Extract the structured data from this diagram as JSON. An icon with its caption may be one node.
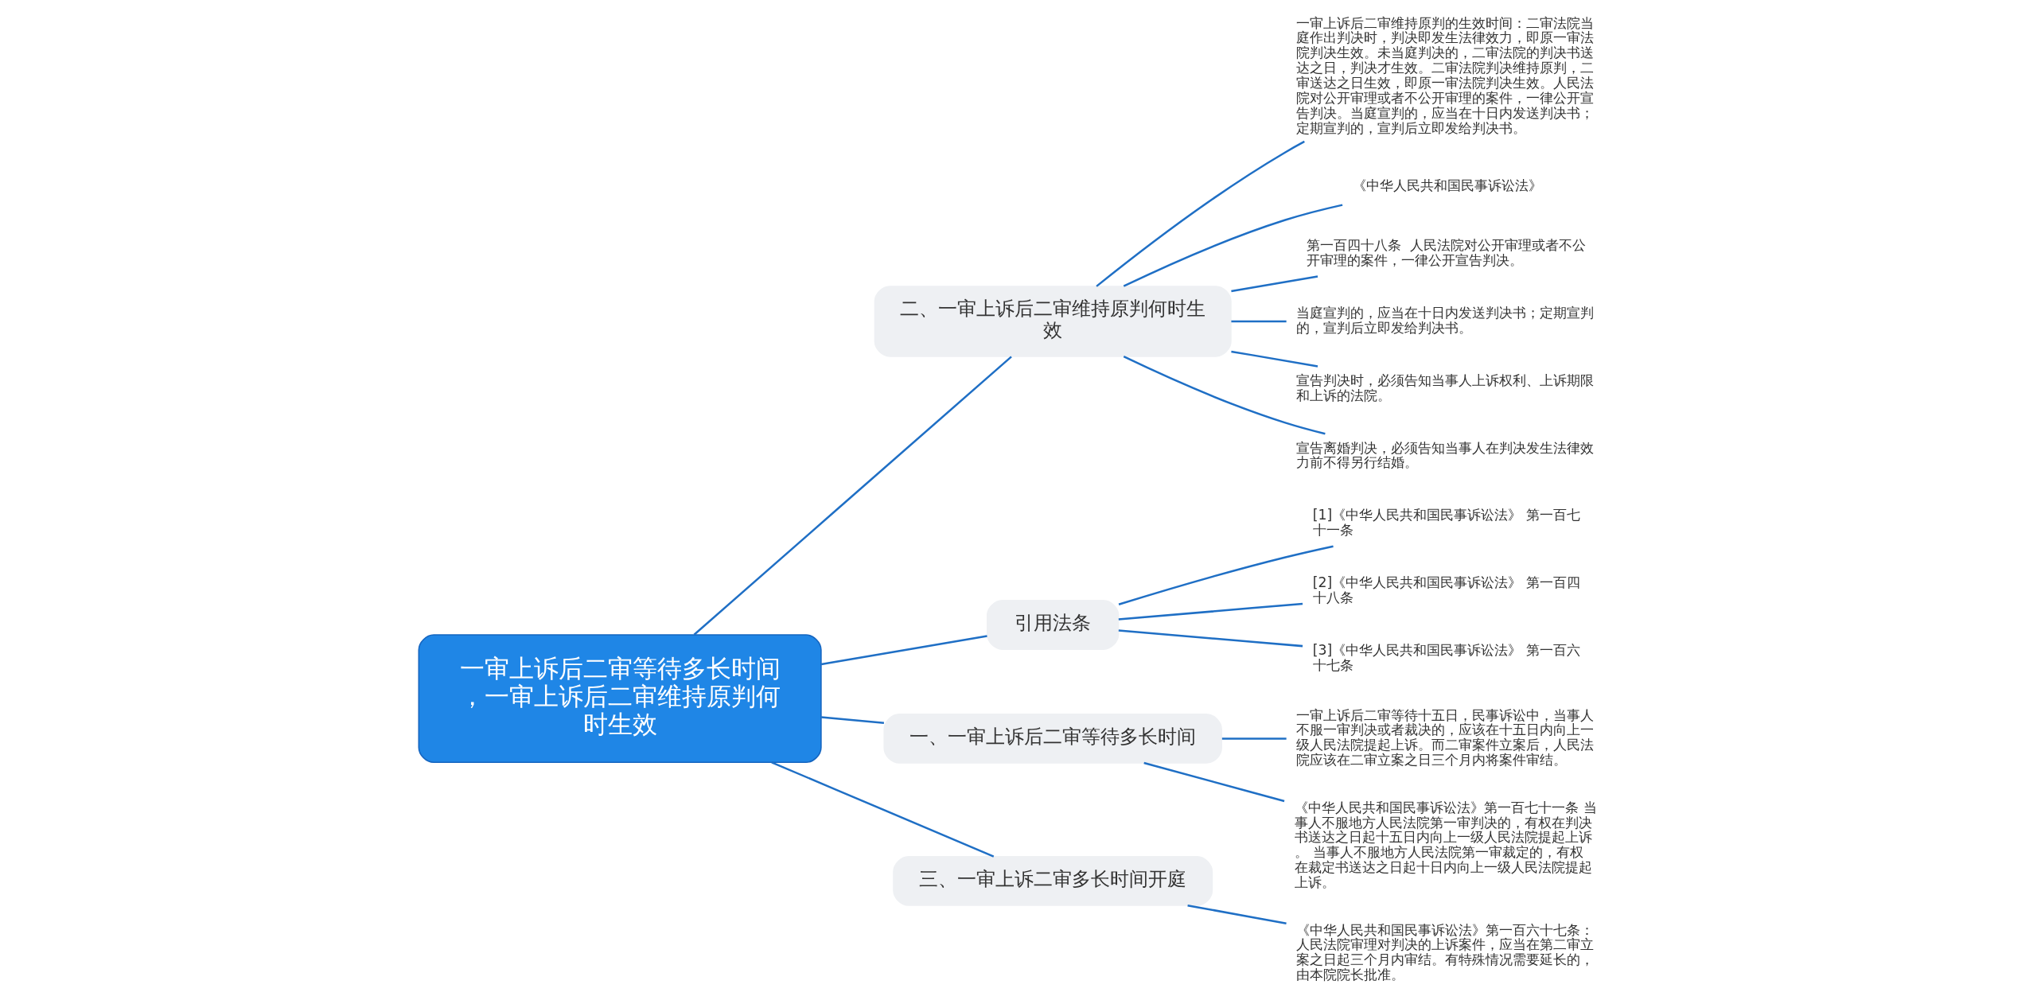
{
  "diagram": {
    "nodes": [
      {
        "text": [
          "一审上诉后二审等待多长时间，一审上诉后二审维持原判何时生效"
        ]
      },
      {
        "text": [
          "二、一审上诉后二审维持原判何时生效"
        ]
      },
      {
        "text": [
          "一审上诉后二审维持原判的生效时间：二审法院当庭作出判决时，判决即发生法律效力，即原一审法院判决生效。未当庭判决的，二审法院的判决书送达之日，判决才生效。二审法院判决维持原判，二审送达之日生效，即原一审法院判决生效。人民法院对公开审理或者不公开审理的案件，一律公开宣告判决。当庭宣判的，应当在十日内发送判决书；定期宣判的，宣判后立即发给判决书。"
        ]
      },
      {
        "text": [
          "《中华人民共和国民事诉讼法》"
        ]
      },
      {
        "text": [
          "第一百四十八条  人民法院对公开审理或者不公开审理的案件，一律公开宣告判决。"
        ]
      },
      {
        "text": [
          "当庭宣判的，应当在十日内发送判决书；定期宣判的，宣判后立即发给判决书。"
        ]
      },
      {
        "text": [
          "宣告判决时，必须告知当事人上诉权利、上诉期限和上诉的法院。"
        ]
      },
      {
        "text": [
          "宣告离婚判决，必须告知当事人在判决发生法律效力前不得另行结婚。"
        ]
      },
      {
        "text": [
          "引用法条"
        ]
      },
      {
        "text": [
          "[1]《中华人民共和国民事诉讼法》 第一百七十一条"
        ]
      },
      {
        "text": [
          "[2]《中华人民共和国民事诉讼法》 第一百四十八条"
        ]
      },
      {
        "text": [
          "[3]《中华人民共和国民事诉讼法》 第一百六十七条"
        ]
      },
      {
        "text": [
          "一、一审上诉后二审等待多长时间"
        ]
      },
      {
        "text": [
          "一审上诉后二审等待十五日，民事诉讼中，当事人不服一审判决或者裁决的，应该在十五日内向上一级人民法院提起上诉。而二审案件立案后，人民法院应该在二审立案之日三个月内将案件审结。"
        ]
      },
      {
        "text": [
          "《中华人民共和国民事诉讼法》第一百七十一条 当事人不服地方人民法院第一审判决的，有权在判决书送达之日起十五日内向上一级人民法院提起上诉。 当事人不服地方人民法院第一审裁定的，有权在裁定书送达之日起十日内向上一级人民法院提起上诉。"
        ]
      },
      {
        "text": [
          "三、一审上诉二审多长时间开庭"
        ]
      },
      {
        "text": [
          "《中华人民共和国民事诉讼法》第一百六十七条：人民法院审理对判决的上诉案件，应当在第二审立案之日起三个月内审结。有特殊情况需要延长的，由本院院长批准。"
        ]
      }
    ],
    "edges": [
      {
        "from": 0,
        "to": 12,
        "arrow": "none"
      },
      {
        "from": 12,
        "to": 13,
        "arrow": "none"
      },
      {
        "from": 12,
        "to": 14,
        "arrow": "none"
      },
      {
        "from": 0,
        "to": 15,
        "arrow": "none"
      },
      {
        "from": 15,
        "to": 16,
        "arrow": "none"
      },
      {
        "from": 0,
        "to": 1,
        "arrow": "none"
      },
      {
        "from": 1,
        "to": 2,
        "arrow": "none"
      },
      {
        "from": 1,
        "to": 3,
        "arrow": "none"
      },
      {
        "from": 1,
        "to": 4,
        "arrow": "none"
      },
      {
        "from": 1,
        "to": 5,
        "arrow": "none"
      },
      {
        "from": 1,
        "to": 6,
        "arrow": "none"
      },
      {
        "from": 1,
        "to": 7,
        "arrow": "none"
      },
      {
        "from": 0,
        "to": 8,
        "arrow": "none"
      },
      {
        "from": 8,
        "to": 9,
        "arrow": "none"
      },
      {
        "from": 8,
        "to": 10,
        "arrow": "none"
      },
      {
        "from": 8,
        "to": 11,
        "arrow": "none"
      }
    ]
  }
}
